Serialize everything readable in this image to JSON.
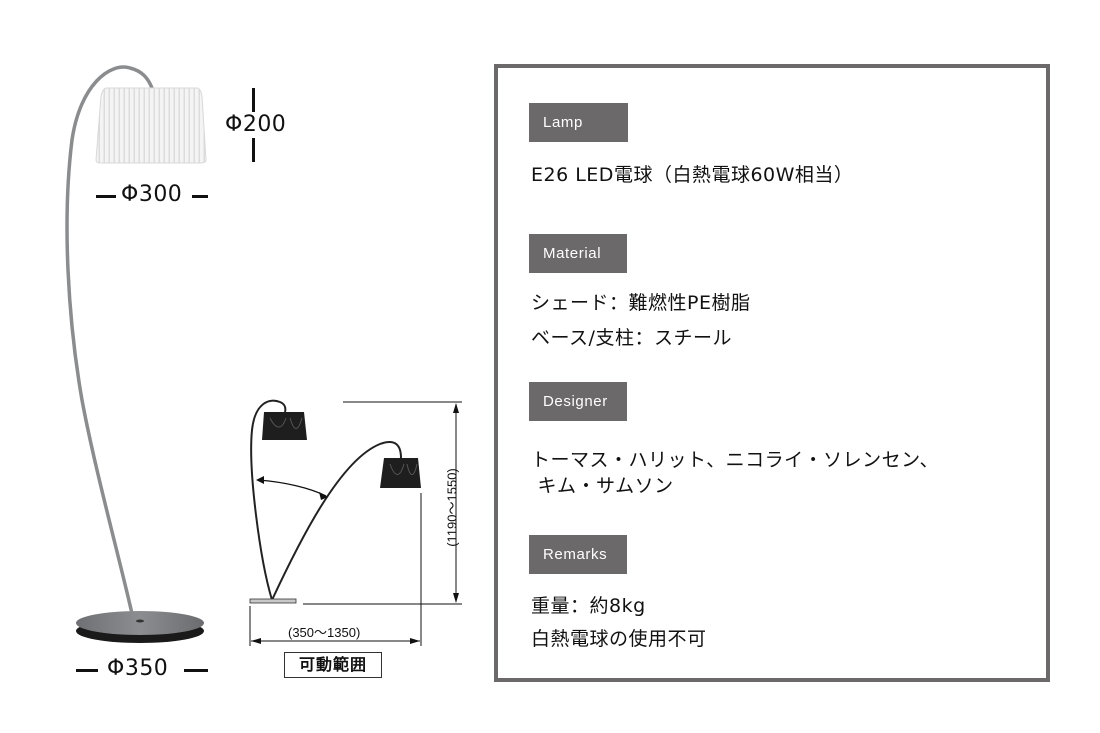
{
  "main_lamp": {
    "shade_height_label": "Φ200",
    "shade_diameter_label": "Φ300",
    "base_diameter_label": "Φ350",
    "colors": {
      "arm": "#8a8c8e",
      "shade": "#f2f2f2",
      "base_top": "#7d7f82",
      "base_side": "#1a1a1a"
    }
  },
  "range_diagram": {
    "height_range_label": "(1190〜1550)",
    "width_range_label": "(350〜1350)",
    "caption": "可動範囲"
  },
  "spec_panel": {
    "border_color": "#6b6969",
    "sections": [
      {
        "tag": "Lamp",
        "lines": [
          "E26 LED電球（白熱電球60W相当）"
        ]
      },
      {
        "tag": "Material",
        "lines": [
          "シェード：難燃性PE樹脂",
          "ベース/支柱：スチール"
        ]
      },
      {
        "tag": "Designer",
        "lines": [
          "トーマス・ハリット、ニコライ・ソレンセン、",
          " キム・サムソン"
        ]
      },
      {
        "tag": "Remarks",
        "lines": [
          "重量：約8kg",
          "白熱電球の使用不可"
        ]
      }
    ]
  }
}
